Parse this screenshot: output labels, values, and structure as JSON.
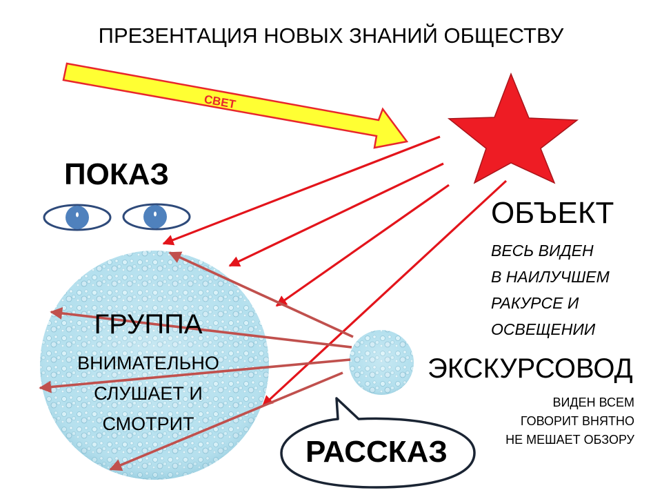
{
  "title": "ПРЕЗЕНТАЦИЯ НОВЫХ ЗНАНИЙ ОБЩЕСТВУ",
  "light_label": "СВЕТ",
  "show_label": "ПОКАЗ",
  "object": {
    "name": "ОБЪЕКТ",
    "lines": [
      "ВЕСЬ ВИДЕН",
      "В  НАИЛУЧШЕМ",
      "РАКУРСЕ И",
      "ОСВЕЩЕНИИ"
    ]
  },
  "guide": {
    "name": "ЭКСКУРСОВОД",
    "lines": [
      "ВИДЕН ВСЕМ",
      "ГОВОРИТ ВНЯТНО",
      "НЕ МЕШАЕТ ОБЗОРУ"
    ]
  },
  "group": {
    "name": "ГРУППА",
    "lines": [
      "ВНИМАТЕЛЬНО",
      "СЛУШАЕТ И",
      "СМОТРИТ"
    ]
  },
  "story_label": "РАССКАЗ",
  "colors": {
    "star": "#ee1c24",
    "light_arrow_fill": "#ffff33",
    "light_arrow_stroke": "#e8262c",
    "object_rays": "#e3141b",
    "guide_rays": "#c0504d",
    "eye_iris": "#4f81bd",
    "eye_outline": "#2e4a7a",
    "group_fill": "#aedcec"
  },
  "icons": [
    "star-icon",
    "eye-icon",
    "speech-bubble-icon"
  ]
}
